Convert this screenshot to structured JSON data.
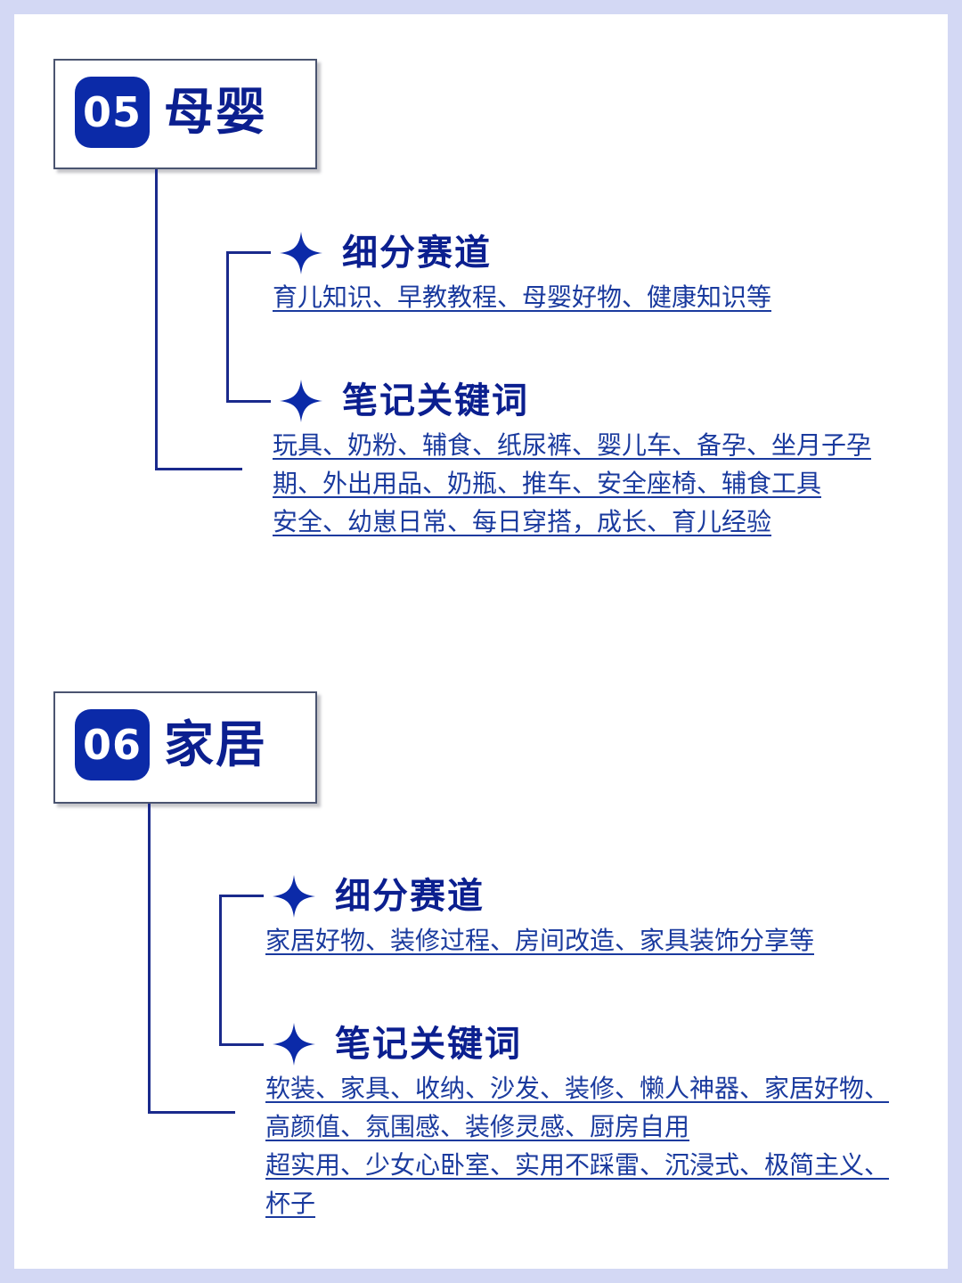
{
  "sections": [
    {
      "number": "05",
      "title": "母婴",
      "sub_heading": "细分赛道",
      "sub_text": "育儿知识、早教教程、母婴好物、健康知识等",
      "keywords_heading": "笔记关键词",
      "keyword_lines": [
        "玩具、奶粉、辅食、纸尿裤、婴儿车、备孕、坐月子孕",
        "期、外出用品、奶瓶、推车、安全座椅、辅食工具",
        "安全、幼崽日常、每日穿搭，成长、育儿经验"
      ]
    },
    {
      "number": "06",
      "title": "家居",
      "sub_heading": "细分赛道",
      "sub_text": "家居好物、装修过程、房间改造、家具装饰分享等",
      "keywords_heading": "笔记关键词",
      "keyword_lines": [
        "软装、家具、收纳、沙发、装修、懒人神器、家居好物、",
        "高颜值、氛围感、装修灵感、厨房自用",
        "超实用、少女心卧室、实用不踩雷、沉浸式、极简主义、",
        "杯子"
      ]
    }
  ],
  "colors": {
    "accent": "#0b2aa8",
    "text": "#1a3a9e",
    "background": "#d3d8f4"
  },
  "icons": {
    "bullet": "four-point-star-icon"
  }
}
